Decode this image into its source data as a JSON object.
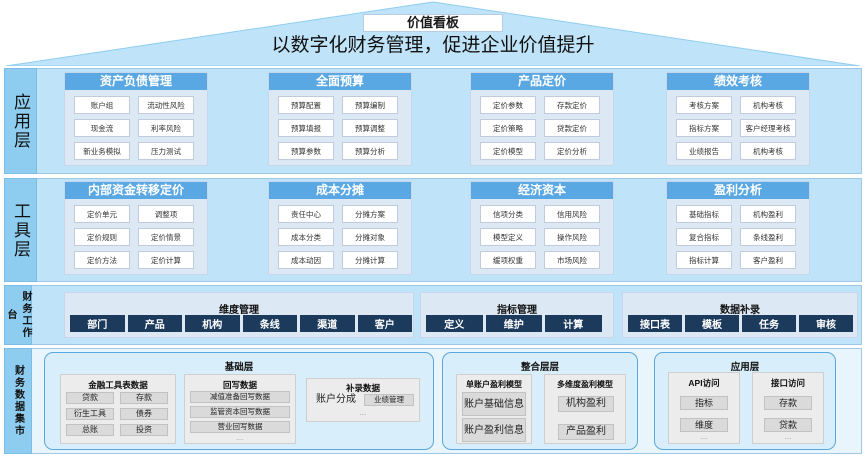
{
  "roof": {
    "title": "价值看板",
    "subtitle": "以数字化财务管理，促进企业价值提升"
  },
  "rows": {
    "app": "应用层",
    "tool": "工具层",
    "finance_platform": "财务工作台",
    "data_mart": "财务数据集市"
  },
  "app_panels": [
    {
      "title": "资产负债管理",
      "items": [
        "账户组",
        "流动性风险",
        "现金流",
        "利率风险",
        "新业务模拟",
        "压力测试"
      ]
    },
    {
      "title": "全面预算",
      "items": [
        "预算配置",
        "预算编制",
        "预算填报",
        "预算调整",
        "预算参数",
        "预算分析"
      ]
    },
    {
      "title": "产品定价",
      "items": [
        "定价参数",
        "存款定价",
        "定价策略",
        "贷款定价",
        "定价模型",
        "定价分析"
      ]
    },
    {
      "title": "绩效考核",
      "items": [
        "考核方案",
        "机构考核",
        "指标方案",
        "客户经理考核",
        "业绩报告",
        "机构考核"
      ]
    }
  ],
  "tool_panels": [
    {
      "title": "内部资金转移定价",
      "items": [
        "定价单元",
        "调整项",
        "定价规则",
        "定价情景",
        "定价方法",
        "定价计算"
      ]
    },
    {
      "title": "成本分摊",
      "items": [
        "责任中心",
        "分摊方案",
        "成本分类",
        "分摊对象",
        "成本动因",
        "分摊计算"
      ]
    },
    {
      "title": "经济资本",
      "items": [
        "信项分类",
        "信用风险",
        "模型定义",
        "操作风险",
        "缓项权重",
        "市场风险"
      ]
    },
    {
      "title": "盈利分析",
      "items": [
        "基础指标",
        "机构盈利",
        "复合指标",
        "条线盈利",
        "指标计算",
        "客户盈利"
      ]
    }
  ],
  "platform": [
    {
      "title": "维度管理",
      "items": [
        "部门",
        "产品",
        "机构",
        "条线",
        "渠道",
        "客户"
      ]
    },
    {
      "title": "指标管理",
      "items": [
        "定义",
        "维护",
        "计算"
      ]
    },
    {
      "title": "数据补录",
      "items": [
        "接口表",
        "模板",
        "任务",
        "审核"
      ]
    }
  ],
  "data_mart": {
    "base": {
      "title": "基础层",
      "groups": [
        {
          "title": "金融工具表数据",
          "items": [
            "贷款",
            "存款",
            "衍生工具",
            "债券",
            "总账",
            "投资"
          ]
        },
        {
          "title": "回写数据",
          "items": [
            "减值准备回写数据",
            "监管资本回写数据",
            "营业回写数据"
          ]
        },
        {
          "title": "补录数据",
          "items": [
            "账户分成",
            "业绩管理"
          ]
        }
      ]
    },
    "integration": {
      "title": "整合层层",
      "groups": [
        {
          "title": "单账户盈利模型",
          "items": [
            "账户基础信息",
            "账户盈利信息"
          ]
        },
        {
          "title": "多维度盈利模型",
          "items": [
            "机构盈利",
            "产品盈利"
          ]
        }
      ]
    },
    "application": {
      "title": "应用层",
      "groups": [
        {
          "title": "API访问",
          "items": [
            "指标",
            "维度"
          ]
        },
        {
          "title": "接口访问",
          "items": [
            "存款",
            "贷款"
          ]
        }
      ]
    },
    "ellipsis": "..."
  }
}
